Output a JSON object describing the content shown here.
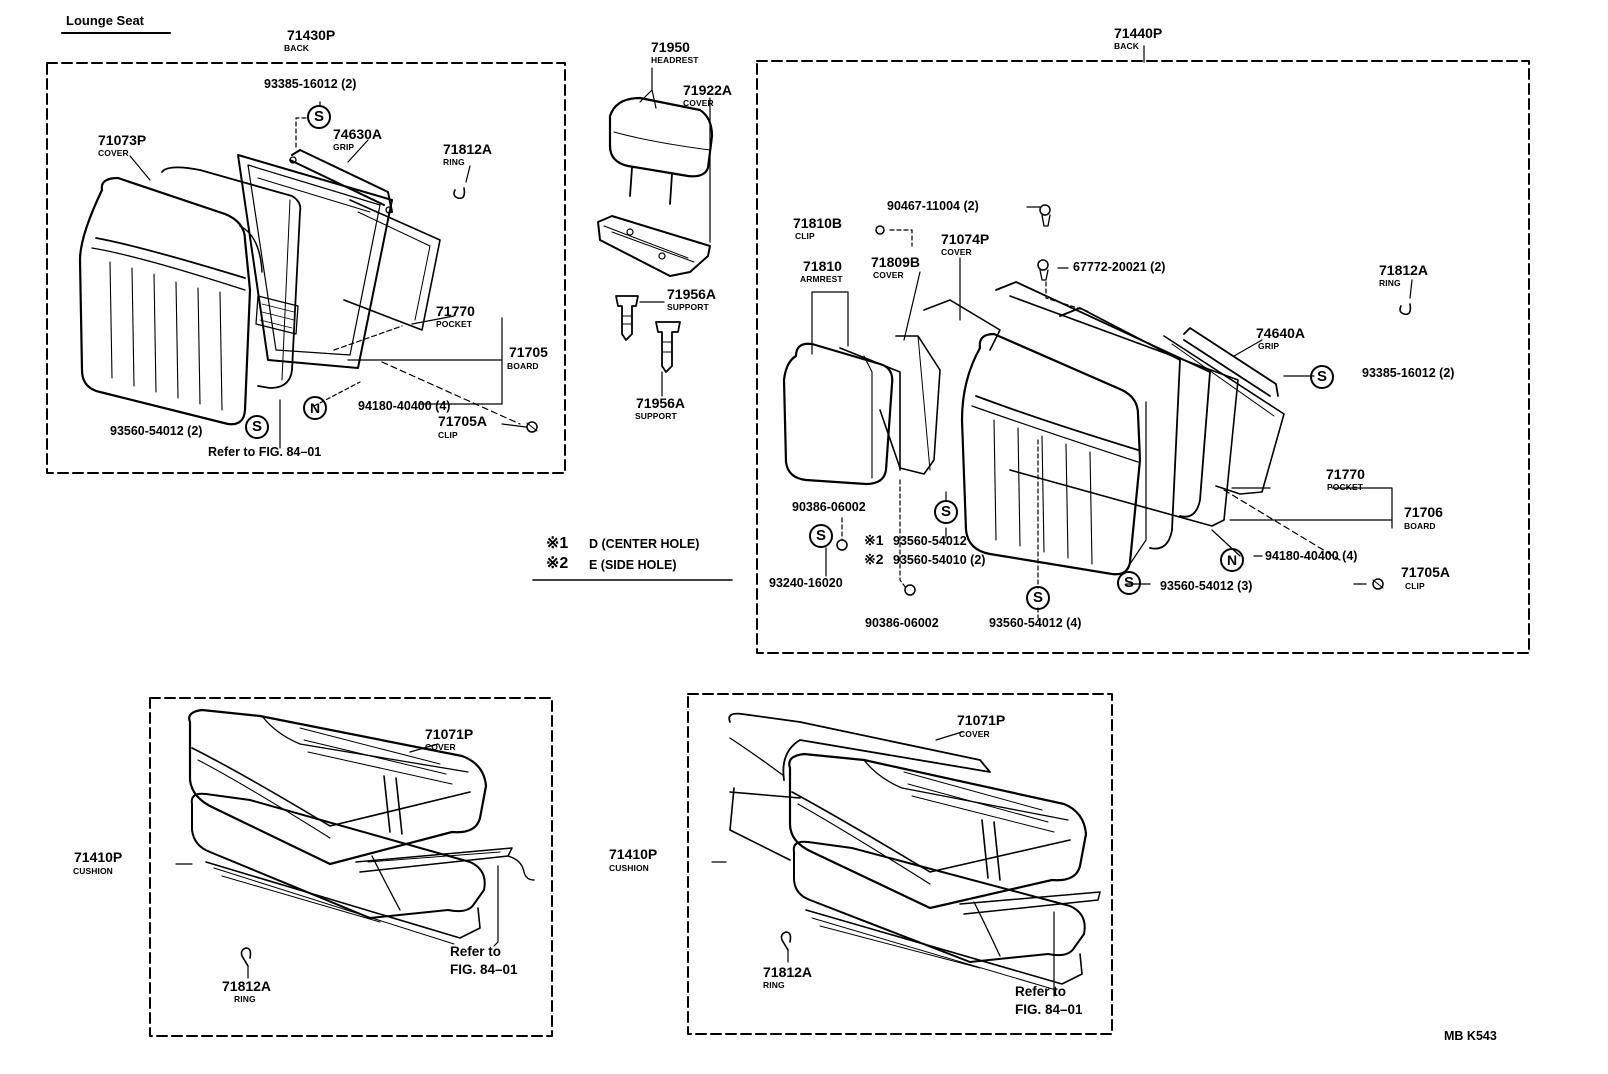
{
  "diagram": {
    "title": "Lounge Seat",
    "code": "MB K543",
    "symbols": {
      "s_symbol": "S",
      "n_symbol": "N"
    },
    "legend": {
      "mark1": "※1",
      "text1": "D (CENTER HOLE)",
      "mark2": "※2",
      "text2": "E (SIDE HOLE)"
    },
    "left_back": {
      "back_pn": "71430P",
      "back_nm": "BACK",
      "screw_pn": "93385-16012 (2)",
      "cover_pn": "71073P",
      "cover_nm": "COVER",
      "grip_pn": "74630A",
      "grip_nm": "GRIP",
      "ring_pn": "71812A",
      "ring_nm": "RING",
      "pocket_pn": "71770",
      "pocket_nm": "POCKET",
      "board_pn": "71705",
      "board_nm": "BOARD",
      "nut_pn": "94180-40400 (4)",
      "clip_pn": "71705A",
      "clip_nm": "CLIP",
      "screw2_pn": "93560-54012 (2)",
      "ref": "Refer to FIG. 84–01"
    },
    "headrest": {
      "headrest_pn": "71950",
      "headrest_nm": "HEADREST",
      "cover_pn": "71922A",
      "cover_nm": "COVER",
      "support1_pn": "71956A",
      "support1_nm": "SUPPORT",
      "support2_pn": "71956A",
      "support2_nm": "SUPPORT"
    },
    "right_back": {
      "back_pn": "71440P",
      "back_nm": "BACK",
      "screw_a_pn": "90467-11004 (2)",
      "clip_pn": "71810B",
      "clip_nm": "CLIP",
      "cover_pn": "71074P",
      "cover_nm": "COVER",
      "armrest_pn": "71810",
      "armrest_nm": "ARMREST",
      "arm_cover_pn": "71809B",
      "arm_cover_nm": "COVER",
      "fastener_pn": "67772-20021 (2)",
      "ring_pn": "71812A",
      "ring_nm": "RING",
      "grip_pn": "74640A",
      "grip_nm": "GRIP",
      "screw_b_pn": "93385-16012 (2)",
      "pocket_pn": "71770",
      "pocket_nm": "POCKET",
      "board_pn": "71706",
      "board_nm": "BOARD",
      "nut_pn": "94180-40400 (4)",
      "clip2_pn": "71705A",
      "clip2_nm": "CLIP",
      "washer1_pn": "90386-06002",
      "washer2_pn": "90386-06002",
      "mark1": "※1",
      "mark2": "※2",
      "screw_c_pn": "93560-54012",
      "screw_d_pn": "93560-54010 (2)",
      "screw_e_pn": "93240-16020",
      "screw_f_pn": "93560-54012 (4)",
      "screw_g_pn": "93560-54012 (3)"
    },
    "cushion_left": {
      "cover_pn": "71071P",
      "cover_nm": "COVER",
      "cushion_pn": "71410P",
      "cushion_nm": "CUSHION",
      "ring_pn": "71812A",
      "ring_nm": "RING",
      "ref1": "Refer to",
      "ref2": "FIG. 84–01"
    },
    "cushion_right": {
      "cover_pn": "71071P",
      "cover_nm": "COVER",
      "cushion_pn": "71410P",
      "cushion_nm": "CUSHION",
      "ring_pn": "71812A",
      "ring_nm": "RING",
      "ref1": "Refer to",
      "ref2": "FIG. 84–01"
    }
  }
}
